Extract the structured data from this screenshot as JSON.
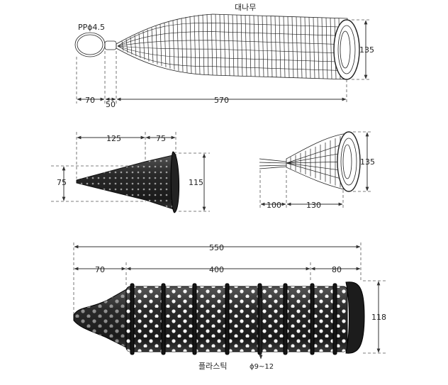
{
  "diagram": {
    "top_trap": {
      "material_label": "대나무",
      "ring_label": "PPϕ4.5",
      "dims": {
        "ring": "70",
        "neck": "50",
        "body": "570",
        "height": "135"
      }
    },
    "funnel": {
      "dims": {
        "length_a": "125",
        "length_b": "75",
        "mouth_height": "115",
        "tip_height": "75"
      }
    },
    "small_trap": {
      "dims": {
        "lead": "100",
        "body": "130",
        "height": "135"
      }
    },
    "plastic_trap": {
      "material_label": "플라스틱",
      "hole_label": "ϕ9~12",
      "dims": {
        "total": "550",
        "head": "70",
        "middle": "400",
        "tail": "80",
        "height": "118"
      }
    }
  }
}
